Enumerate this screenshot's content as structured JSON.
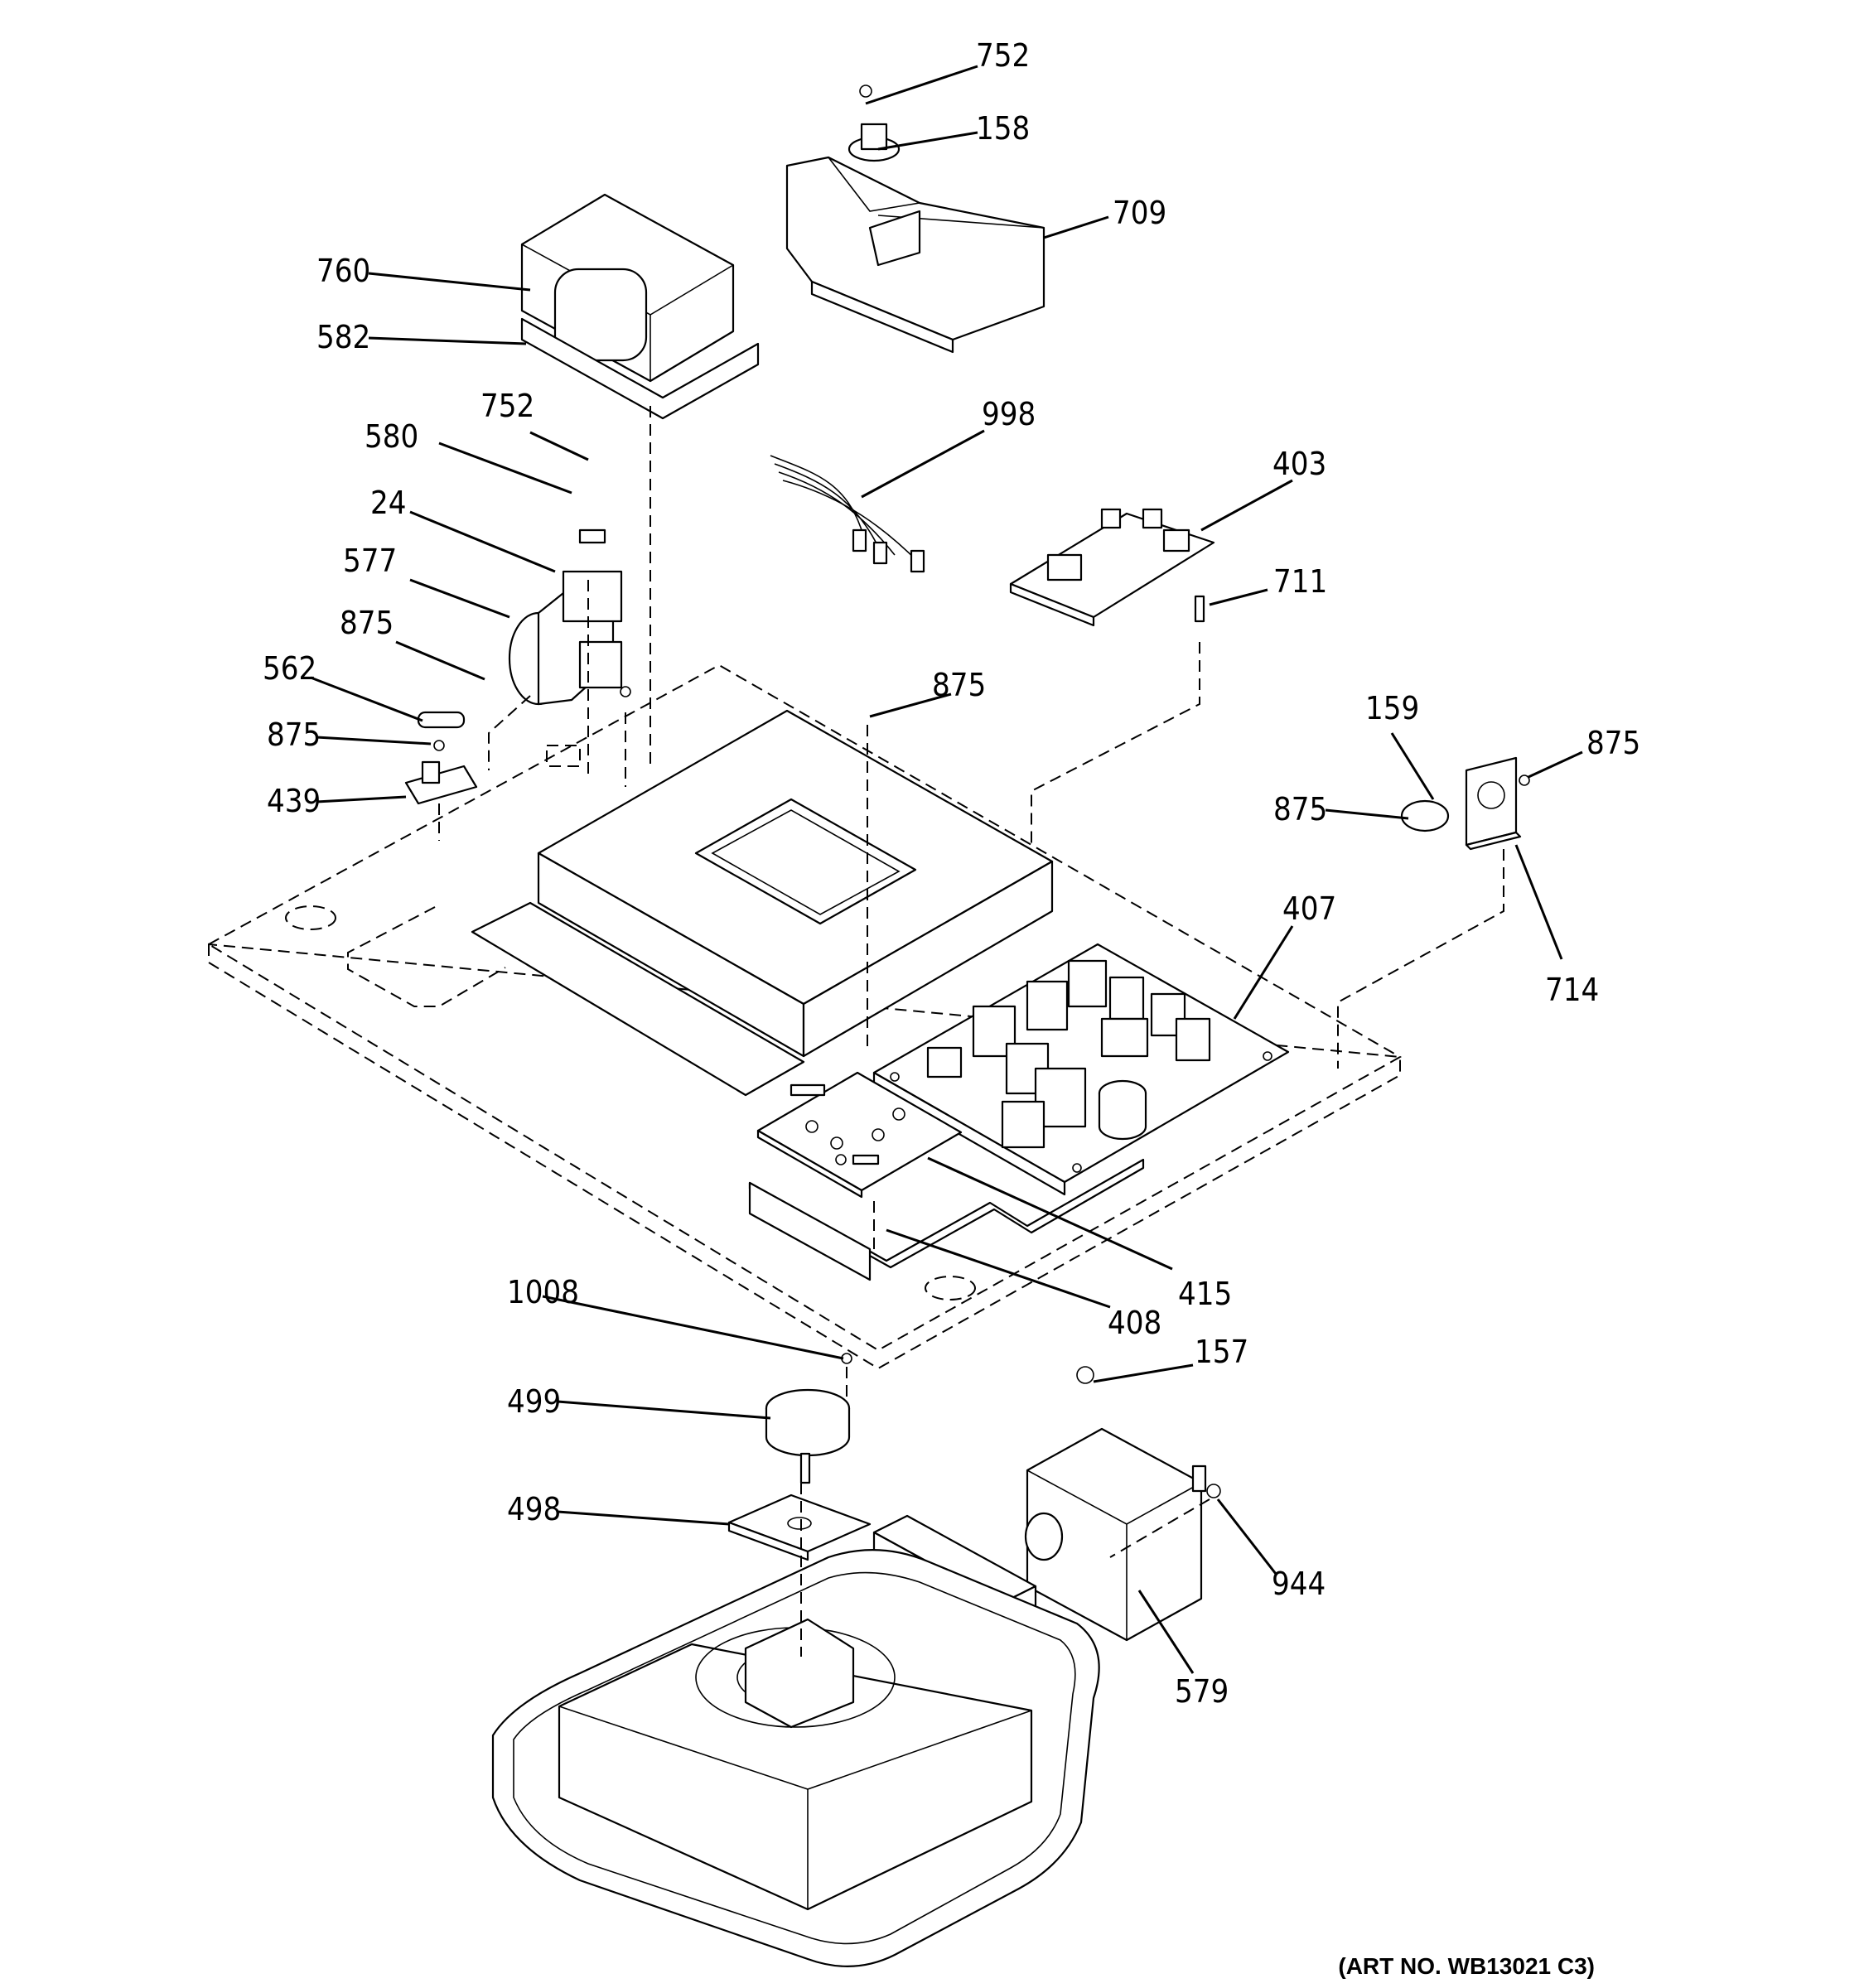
{
  "diagram": {
    "art_number": "(ART NO. WB13021 C3)",
    "callouts": [
      {
        "id": "c752a",
        "label": "752"
      },
      {
        "id": "c158",
        "label": "158"
      },
      {
        "id": "c709",
        "label": "709"
      },
      {
        "id": "c760",
        "label": "760"
      },
      {
        "id": "c582",
        "label": "582"
      },
      {
        "id": "c752b",
        "label": "752"
      },
      {
        "id": "c998",
        "label": "998"
      },
      {
        "id": "c580",
        "label": "580"
      },
      {
        "id": "c403",
        "label": "403"
      },
      {
        "id": "c24",
        "label": "24"
      },
      {
        "id": "c577",
        "label": "577"
      },
      {
        "id": "c711",
        "label": "711"
      },
      {
        "id": "c875a",
        "label": "875"
      },
      {
        "id": "c875b",
        "label": "875"
      },
      {
        "id": "c562",
        "label": "562"
      },
      {
        "id": "c159",
        "label": "159"
      },
      {
        "id": "c875c",
        "label": "875"
      },
      {
        "id": "c875d",
        "label": "875"
      },
      {
        "id": "c875e",
        "label": "875"
      },
      {
        "id": "c439",
        "label": "439"
      },
      {
        "id": "c407",
        "label": "407"
      },
      {
        "id": "c714",
        "label": "714"
      },
      {
        "id": "c415",
        "label": "415"
      },
      {
        "id": "c1008",
        "label": "1008"
      },
      {
        "id": "c408",
        "label": "408"
      },
      {
        "id": "c157",
        "label": "157"
      },
      {
        "id": "c499",
        "label": "499"
      },
      {
        "id": "c498",
        "label": "498"
      },
      {
        "id": "c944",
        "label": "944"
      },
      {
        "id": "c579",
        "label": "579"
      }
    ]
  }
}
